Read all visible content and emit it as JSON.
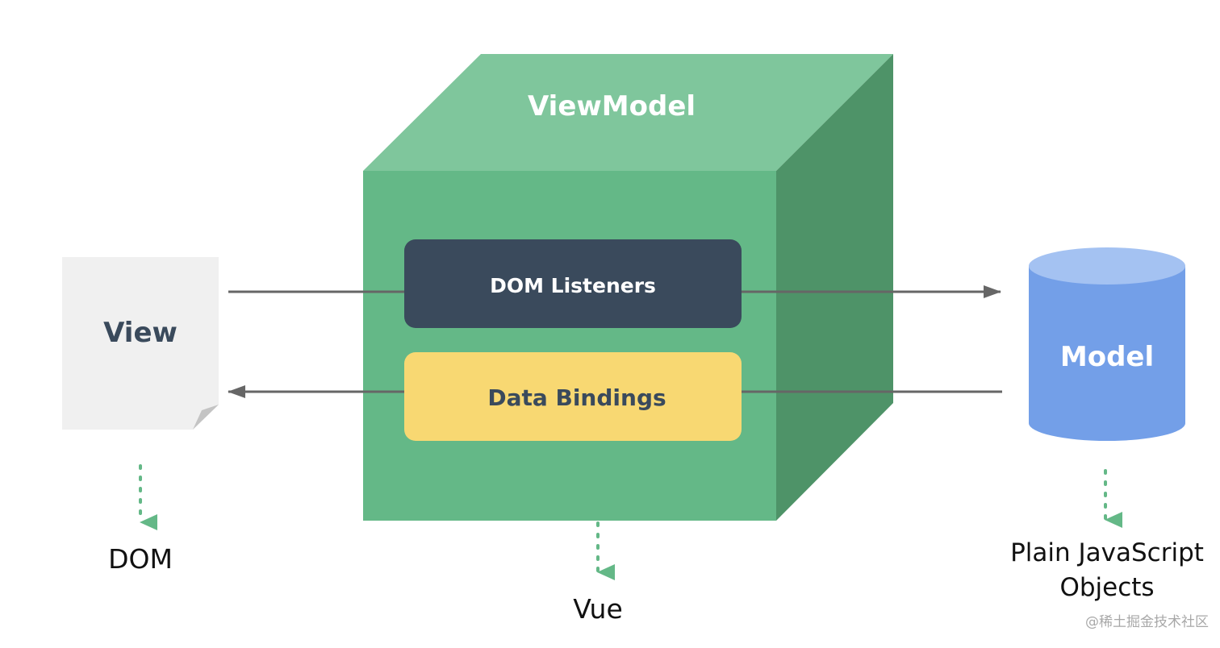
{
  "viewmodel": {
    "title": "ViewModel",
    "dom_listeners": "DOM Listeners",
    "data_bindings": "Data Bindings"
  },
  "view": {
    "title": "View",
    "caption": "DOM"
  },
  "model": {
    "title": "Model",
    "caption_line1": "Plain JavaScript",
    "caption_line2": "Objects"
  },
  "vue": {
    "caption": "Vue"
  },
  "watermark": "@稀土掘金技术社区",
  "colors": {
    "cube_front": "#64b887",
    "cube_top": "#7fc69c",
    "cube_side": "#4e9368",
    "listeners": "#3a4a5c",
    "bindings": "#f8d872",
    "model_body": "#739fe8",
    "model_top": "#a4c2f2",
    "view_paper": "#f0f0f0",
    "arrow": "#666666"
  }
}
